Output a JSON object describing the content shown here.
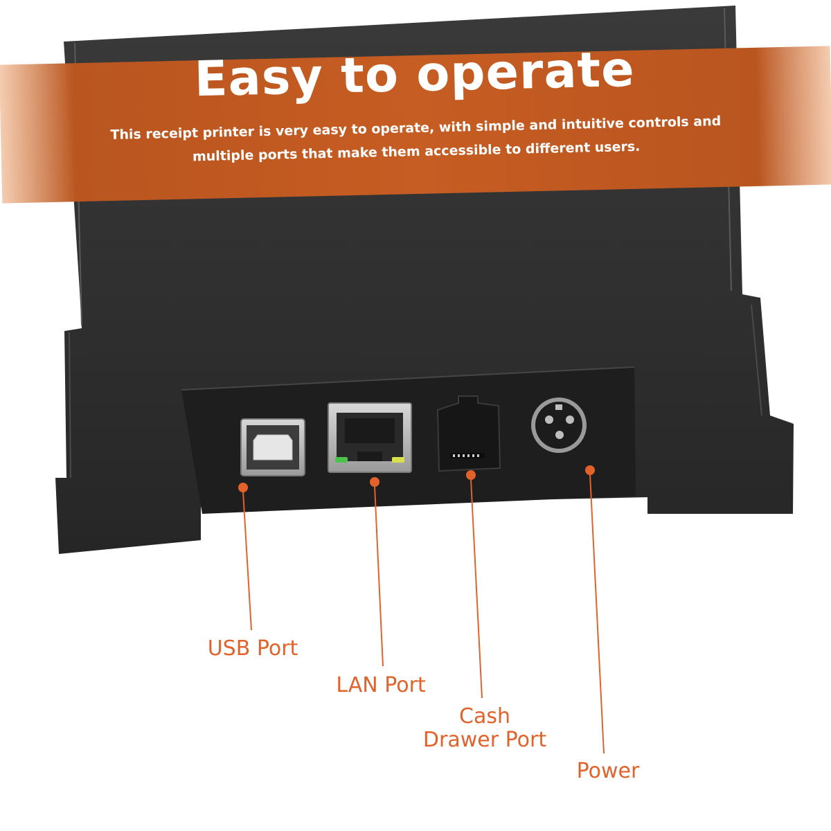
{
  "banner": {
    "title": "Easy to operate",
    "description": "This receipt printer is very easy to operate, with simple and intuitive controls and multiple ports that make them accessible to different users.",
    "color": "#c45a22"
  },
  "ports": [
    {
      "label": "USB Port",
      "icon": "usb-b-port"
    },
    {
      "label": "LAN Port",
      "icon": "rj45-port"
    },
    {
      "label": "Cash\nDrawer Port",
      "icon": "rj11-port"
    },
    {
      "label": "Power",
      "icon": "power-din-port"
    }
  ],
  "colors": {
    "accent": "#e2622b",
    "device": "#2b2b2b"
  }
}
